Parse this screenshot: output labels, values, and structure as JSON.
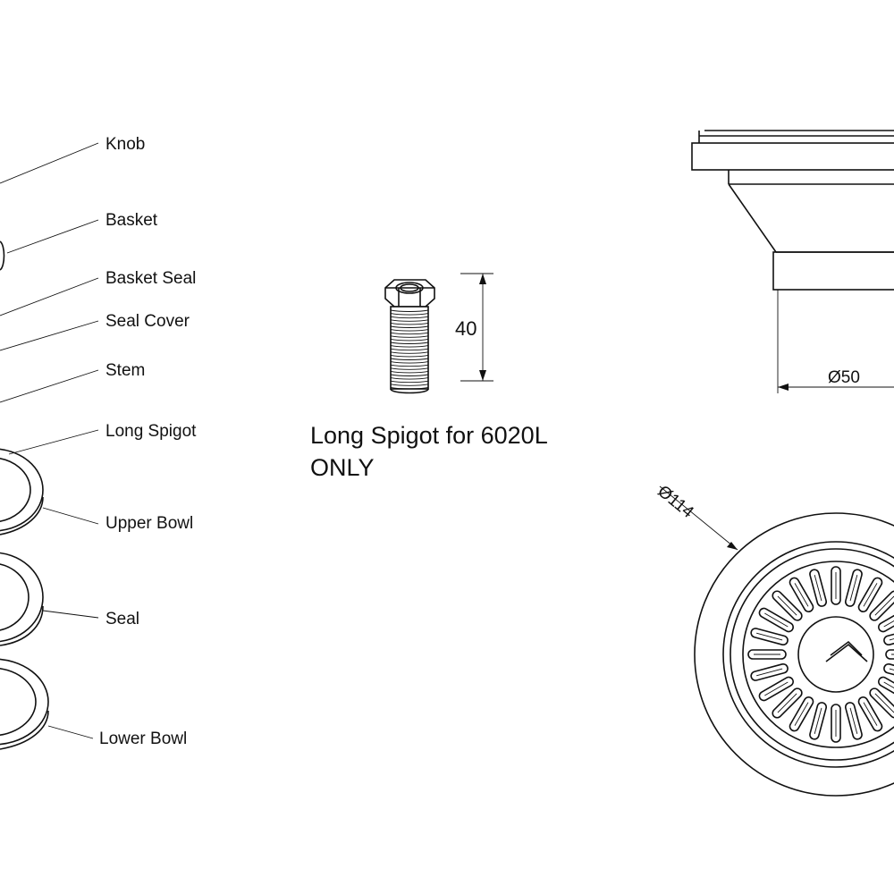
{
  "labels": {
    "knob": "Knob",
    "basket": "Basket",
    "basket_seal": "Basket Seal",
    "seal_cover": "Seal Cover",
    "stem": "Stem",
    "long_spigot": "Long Spigot",
    "upper_bowl": "Upper Bowl",
    "seal": "Seal",
    "lower_bowl": "Lower Bowl"
  },
  "spigot_note": {
    "line1": "Long Spigot for 6020L",
    "line2": "ONLY"
  },
  "dimensions": {
    "spigot_height": "40",
    "outlet_diameter": "Ø50",
    "flange_diameter": "Ø114"
  }
}
